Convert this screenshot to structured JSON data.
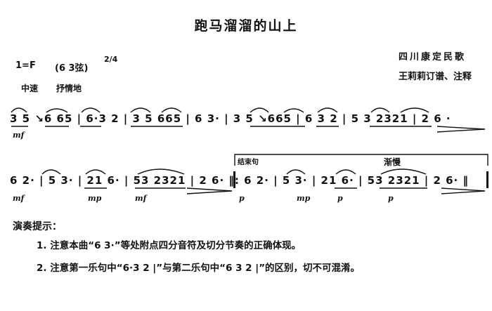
{
  "title": "跑马溜溜的山上",
  "key": "1=F",
  "tuning": "(6 3弦)",
  "time_signature": "2/4",
  "tempo": "中速",
  "expression": "抒情地",
  "source": "四川康定民歌",
  "credits": "王莉莉订谱、注释",
  "score": {
    "line1": "3 5 ↘6 65 | 6·3 2 | 3 5 665 | 6 3· | 3 5 ↘665 | 6 3 2 | 5 3 2321 | 2 6 ·",
    "line2": "6 2· | 5 3· | 21 6· | 53 2321 | 2 6· ‖: 6 2· | 5 3· | 21 6· | 53 2321 | 2 6· ‖",
    "ending_label": "结束句",
    "ritard": "渐慢",
    "dynamics": {
      "mf1": "mf",
      "mp1": "mp",
      "mf2": "mf",
      "p1": "p",
      "mp2": "mp",
      "p2": "p",
      "mf3": "mf",
      "p3": "p"
    }
  },
  "hints": {
    "heading": "演奏提示：",
    "item1": "1. 注意本曲“6 3·”等处附点四分音符及切分节奏的正确体现。",
    "item2": "2. 注意第一乐句中“6·3  2 |”与第二乐句中“6 3  2 |”的区别，切不可混淆。"
  }
}
